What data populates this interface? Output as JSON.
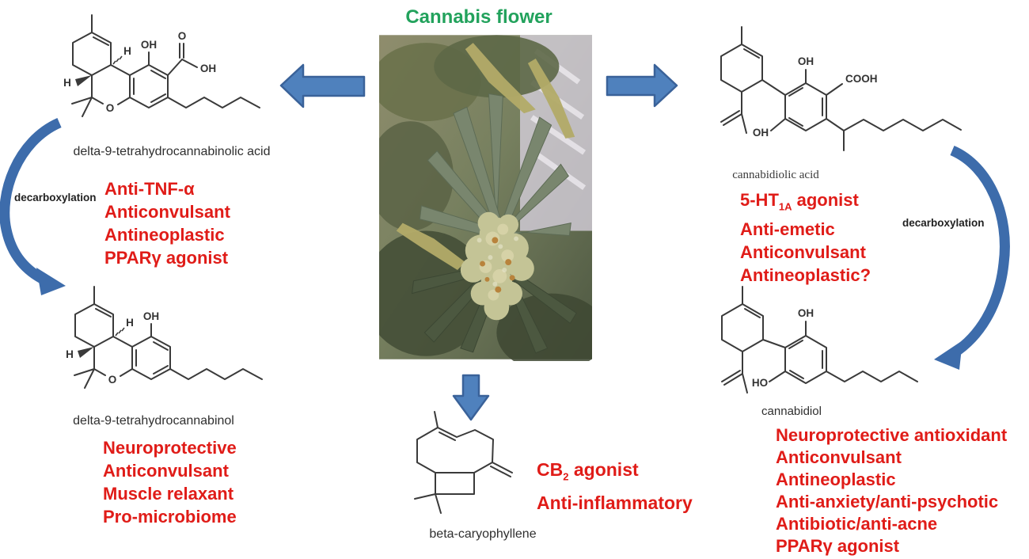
{
  "title": "Cannabis flower",
  "labels": {
    "decarboxylation_left": "decarboxylation",
    "decarboxylation_right": "decarboxylation"
  },
  "compounds": {
    "thca": {
      "name": "delta-9-tetrahydrocannabinolic acid",
      "effects": [
        "Anti-TNF-α",
        "Anticonvulsant",
        "Antineoplastic",
        "PPARγ agonist"
      ],
      "atoms": {
        "oh_top": "OH",
        "carbonyl_o": "O",
        "acid_oh": "OH",
        "ring_o": "O",
        "h_upper": "H",
        "h_lower": "H"
      }
    },
    "thc": {
      "name": "delta-9-tetrahydrocannabinol",
      "effects": [
        "Neuroprotective",
        "Anticonvulsant",
        "Muscle relaxant",
        "Pro-microbiome"
      ],
      "atoms": {
        "oh_top": "OH",
        "ring_o": "O",
        "h_upper": "H",
        "h_lower": "H"
      }
    },
    "cbda": {
      "name": "cannabidiolic acid",
      "effect_receptor": {
        "pre": "5-HT",
        "sub": "1A",
        "post": " agonist"
      },
      "effects": [
        "Anti-emetic",
        "Anticonvulsant",
        "Antineoplastic?"
      ],
      "atoms": {
        "oh_top": "OH",
        "cooh": "COOH",
        "oh_bottom": "OH"
      }
    },
    "cbd": {
      "name": "cannabidiol",
      "effects": [
        "Neuroprotective antioxidant",
        "Anticonvulsant",
        "Antineoplastic",
        "Anti-anxiety/anti-psychotic",
        "Antibiotic/anti-acne",
        "PPARγ agonist"
      ],
      "atoms": {
        "oh_top": "OH",
        "ho_bottom": "HO"
      }
    },
    "beta_caryophyllene": {
      "name": "beta-caryophyllene",
      "effect_receptor": {
        "pre": "CB",
        "sub": "2",
        "post": " agonist"
      },
      "effects": [
        "Anti-inflammatory"
      ]
    }
  },
  "colors": {
    "title_green": "#22a25c",
    "effect_red": "#e01c18",
    "arrow_fill": "#4f81bd",
    "arrow_border": "#3a6299",
    "curve_blue": "#3d6cab",
    "structure_ink": "#3a3a3a"
  }
}
